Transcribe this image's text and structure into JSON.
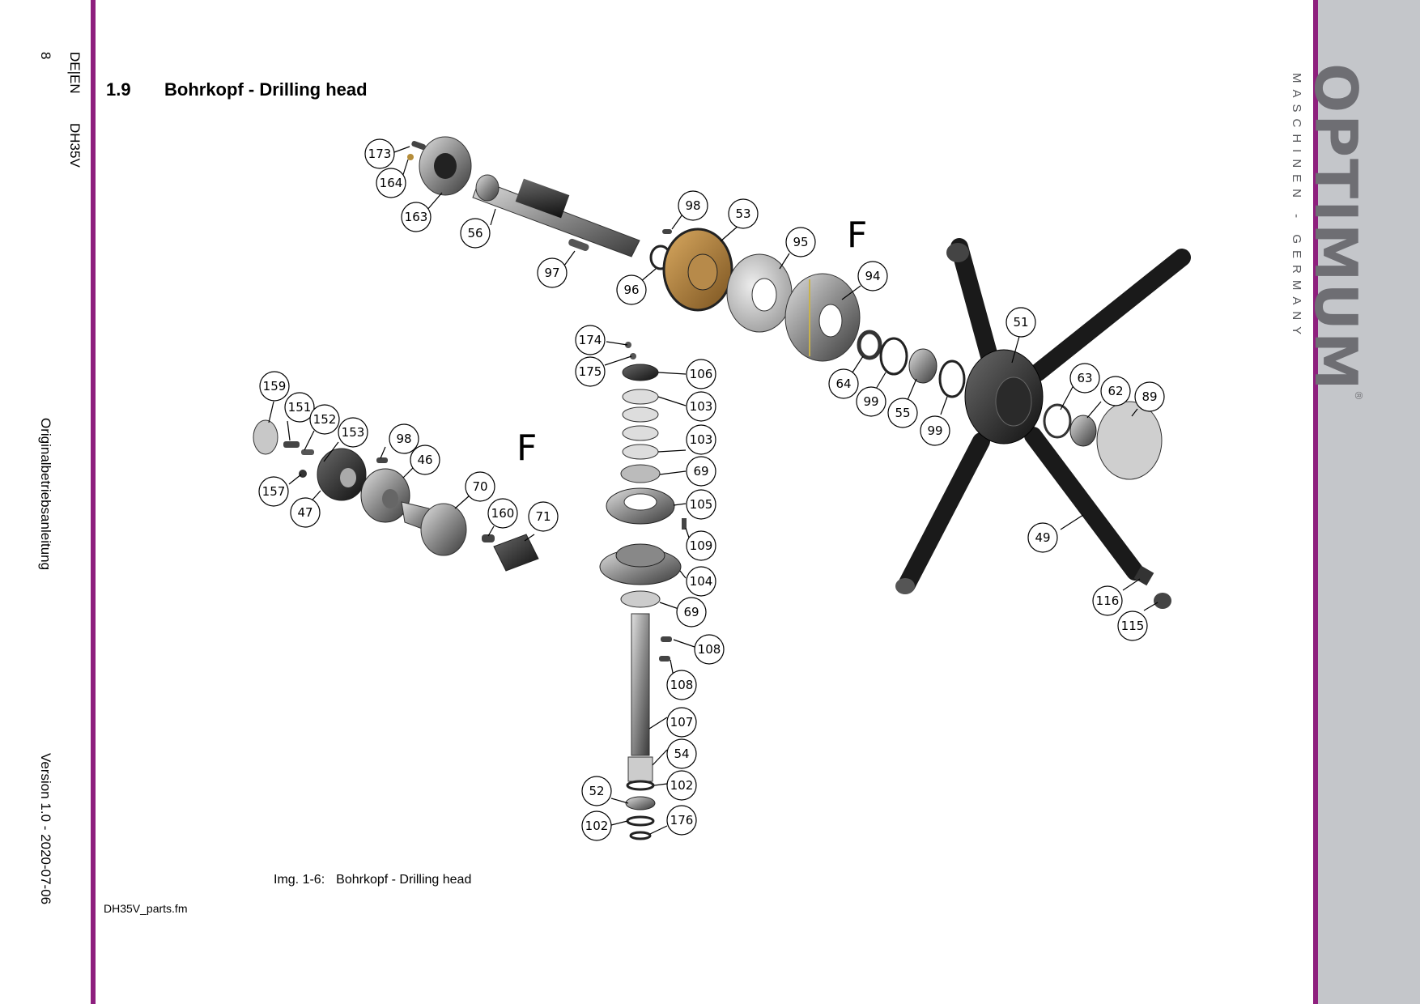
{
  "page": {
    "page_number": "8",
    "language": "DE|EN",
    "model": "DH35V",
    "manual_title": "Originalbetriebsanleitung",
    "version": "Version 1.0 - 2020-07-06",
    "footer_file": "DH35V_parts.fm"
  },
  "brand": {
    "name": "OPTIMUM",
    "registered": "®",
    "subtitle": "MASCHINEN - GERMANY"
  },
  "section": {
    "number": "1.9",
    "title": "Bohrkopf - Drilling head"
  },
  "figure": {
    "label": "Img. 1-6:",
    "caption": "Bohrkopf - Drilling head",
    "view_letters": [
      "F",
      "F"
    ],
    "part_numbers": [
      "173",
      "164",
      "163",
      "56",
      "97",
      "96",
      "98",
      "53",
      "95",
      "94",
      "51",
      "174",
      "175",
      "106",
      "103",
      "103",
      "69",
      "105",
      "109",
      "104",
      "69",
      "108",
      "108",
      "107",
      "54",
      "102",
      "52",
      "102",
      "176",
      "64",
      "99",
      "55",
      "99",
      "63",
      "62",
      "89",
      "49",
      "116",
      "115",
      "159",
      "151",
      "152",
      "153",
      "98",
      "46",
      "157",
      "47",
      "70",
      "160",
      "71"
    ]
  },
  "colors": {
    "accent_bar": "#8e1f7e",
    "brand_strip": "#c4c6ca",
    "brand_text": "#6e6e73"
  }
}
